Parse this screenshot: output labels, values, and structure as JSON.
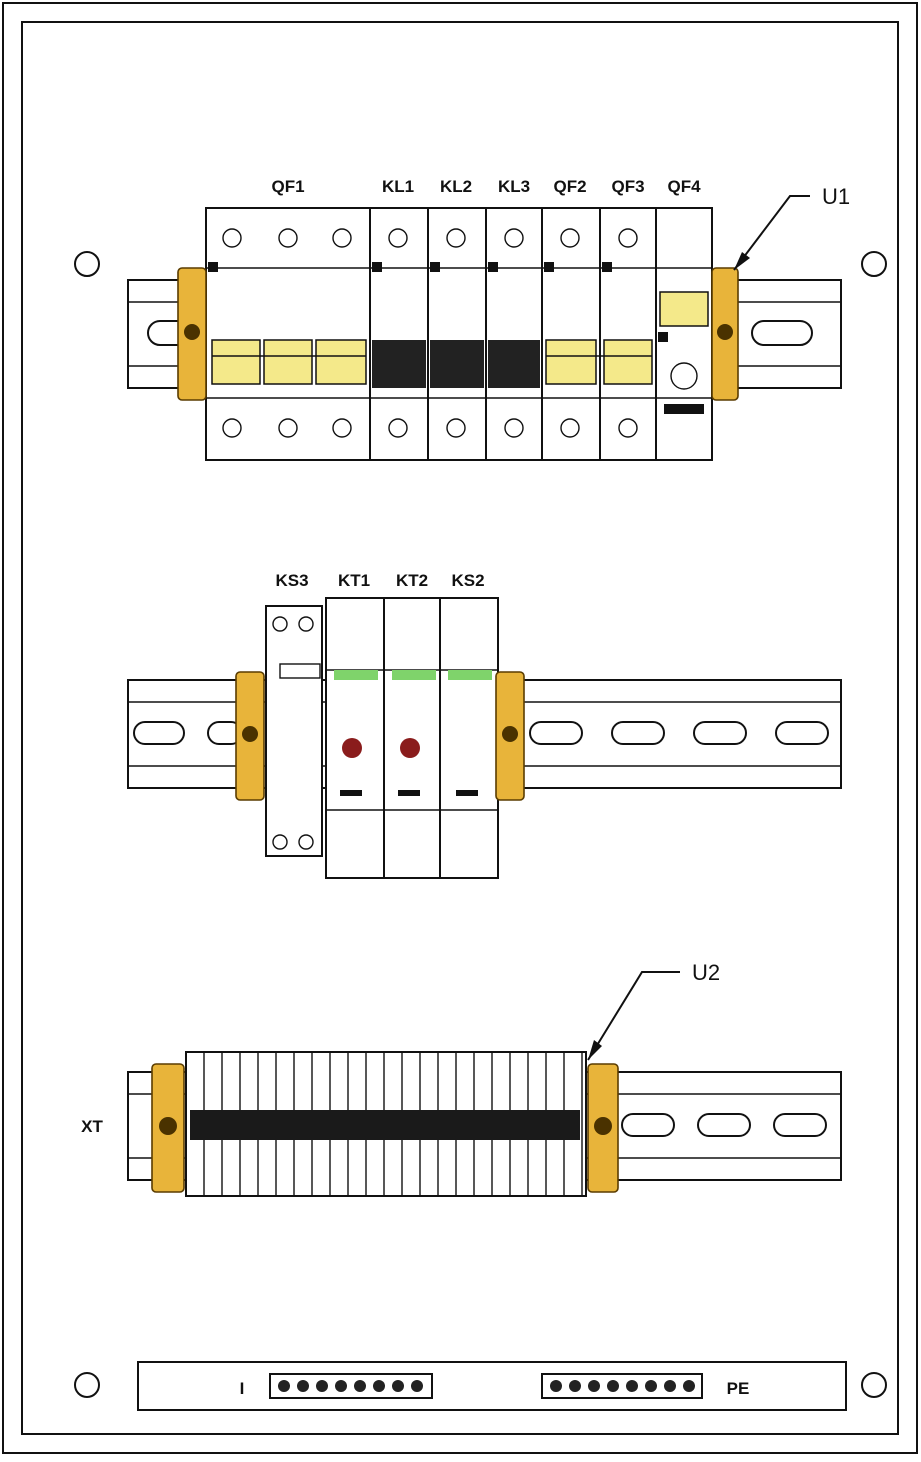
{
  "drawing": {
    "callouts": {
      "u1": "U1",
      "u2": "U2"
    },
    "rail1": {
      "labels": [
        "QF1",
        "KL1",
        "KL2",
        "KL3",
        "QF2",
        "QF3",
        "QF4"
      ]
    },
    "rail2": {
      "labels": [
        "KS3",
        "KT1",
        "KT2",
        "KS2"
      ]
    },
    "rail3": {
      "terminal_label": "XT"
    },
    "bottom_strip": {
      "left_label": "I",
      "right_label": "PE"
    },
    "colors": {
      "clamp": "#e8b43a",
      "breaker_yellow": "#f4e98a",
      "indicator_green": "#7fd36b",
      "knob_red": "#8a1c1c"
    }
  }
}
